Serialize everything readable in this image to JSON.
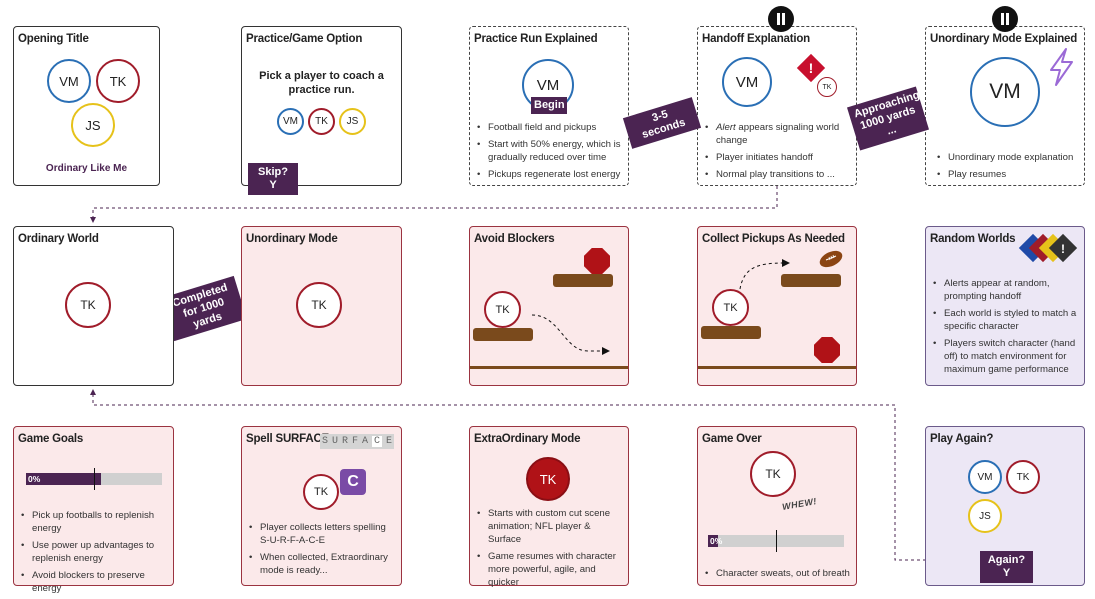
{
  "cards": {
    "opening": {
      "title": "Opening Title",
      "vm": "VM",
      "tk": "TK",
      "js": "JS",
      "caption": "Ordinary Like Me"
    },
    "practice_option": {
      "title": "Practice/Game Option",
      "prompt": "Pick a player to coach a practice run.",
      "vm": "VM",
      "tk": "TK",
      "js": "JS",
      "skip": "Skip? Y"
    },
    "practice_run": {
      "title": "Practice Run Explained",
      "vm": "VM",
      "begin": "Begin",
      "bullets": [
        "Football field and pickups",
        "Start with 50% energy, which is gradually reduced over time",
        "Pickups regenerate lost energy"
      ]
    },
    "handoff": {
      "title": "Handoff Explanation",
      "vm": "VM",
      "tk": "TK",
      "alert_word": "Alert",
      "bullet1_rest": " appears signaling world change",
      "bullets": [
        "Player initiates handoff",
        "Normal play transitions to ..."
      ]
    },
    "unordinary_explained": {
      "title": "Unordinary Mode Explained",
      "vm": "VM",
      "bullets": [
        "Unordinary mode explanation",
        "Play resumes"
      ]
    },
    "ordinary_world": {
      "title": "Ordinary World",
      "tk": "TK"
    },
    "unordinary_mode": {
      "title": "Unordinary Mode",
      "tk": "TK"
    },
    "avoid_blockers": {
      "title": "Avoid Blockers",
      "tk": "TK"
    },
    "collect_pickups": {
      "title": "Collect Pickups As Needed",
      "tk": "TK"
    },
    "random_worlds": {
      "title": "Random Worlds",
      "bullets": [
        "Alerts appear at random, prompting handoff",
        "Each world is styled to match a specific character",
        "Players switch character (hand off) to match environment  for maximum game performance"
      ]
    },
    "game_goals": {
      "title": "Game Goals",
      "energy_label": "0%",
      "energy_fill": 0.55,
      "energy_marker": 0.5,
      "bullets": [
        "Pick up footballs to replenish energy",
        "Use power up advantages to replenish energy",
        "Avoid blockers to preserve energy"
      ]
    },
    "spell_surface": {
      "title": "Spell SURFACE",
      "letters": [
        "S",
        "U",
        "R",
        "F",
        "A",
        "C",
        "E"
      ],
      "tk": "TK",
      "letter_badge": "C",
      "bullets": [
        "Player collects letters spelling S-U-R-F-A-C-E",
        "When collected, Extraordinary mode is ready..."
      ]
    },
    "extraordinary": {
      "title": "ExtraOrdinary Mode",
      "tk": "TK",
      "bullets": [
        "Starts with custom cut scene animation;  NFL player & Surface",
        "Game resumes with character more powerful, agile, and quicker"
      ]
    },
    "game_over": {
      "title": "Game Over",
      "tk": "TK",
      "whew": "WHEW!",
      "energy_label": "0%",
      "energy_marker": 0.5,
      "bullets": [
        "Character sweats, out of breath"
      ]
    },
    "play_again": {
      "title": "Play Again?",
      "vm": "VM",
      "tk": "TK",
      "js": "JS",
      "again": "Again? Y"
    }
  },
  "connectors": {
    "three_five": "3-5 seconds",
    "approaching": "Approaching 1000 yards ...",
    "completed": "Completed for 1000 yards"
  },
  "colors": {
    "vm": "#2a6fb5",
    "tk": "#a01c2a",
    "js": "#e6c21a",
    "accent": "#4b2452",
    "pink_bg": "#fbe9ea",
    "purple_bg": "#ece7f5"
  }
}
